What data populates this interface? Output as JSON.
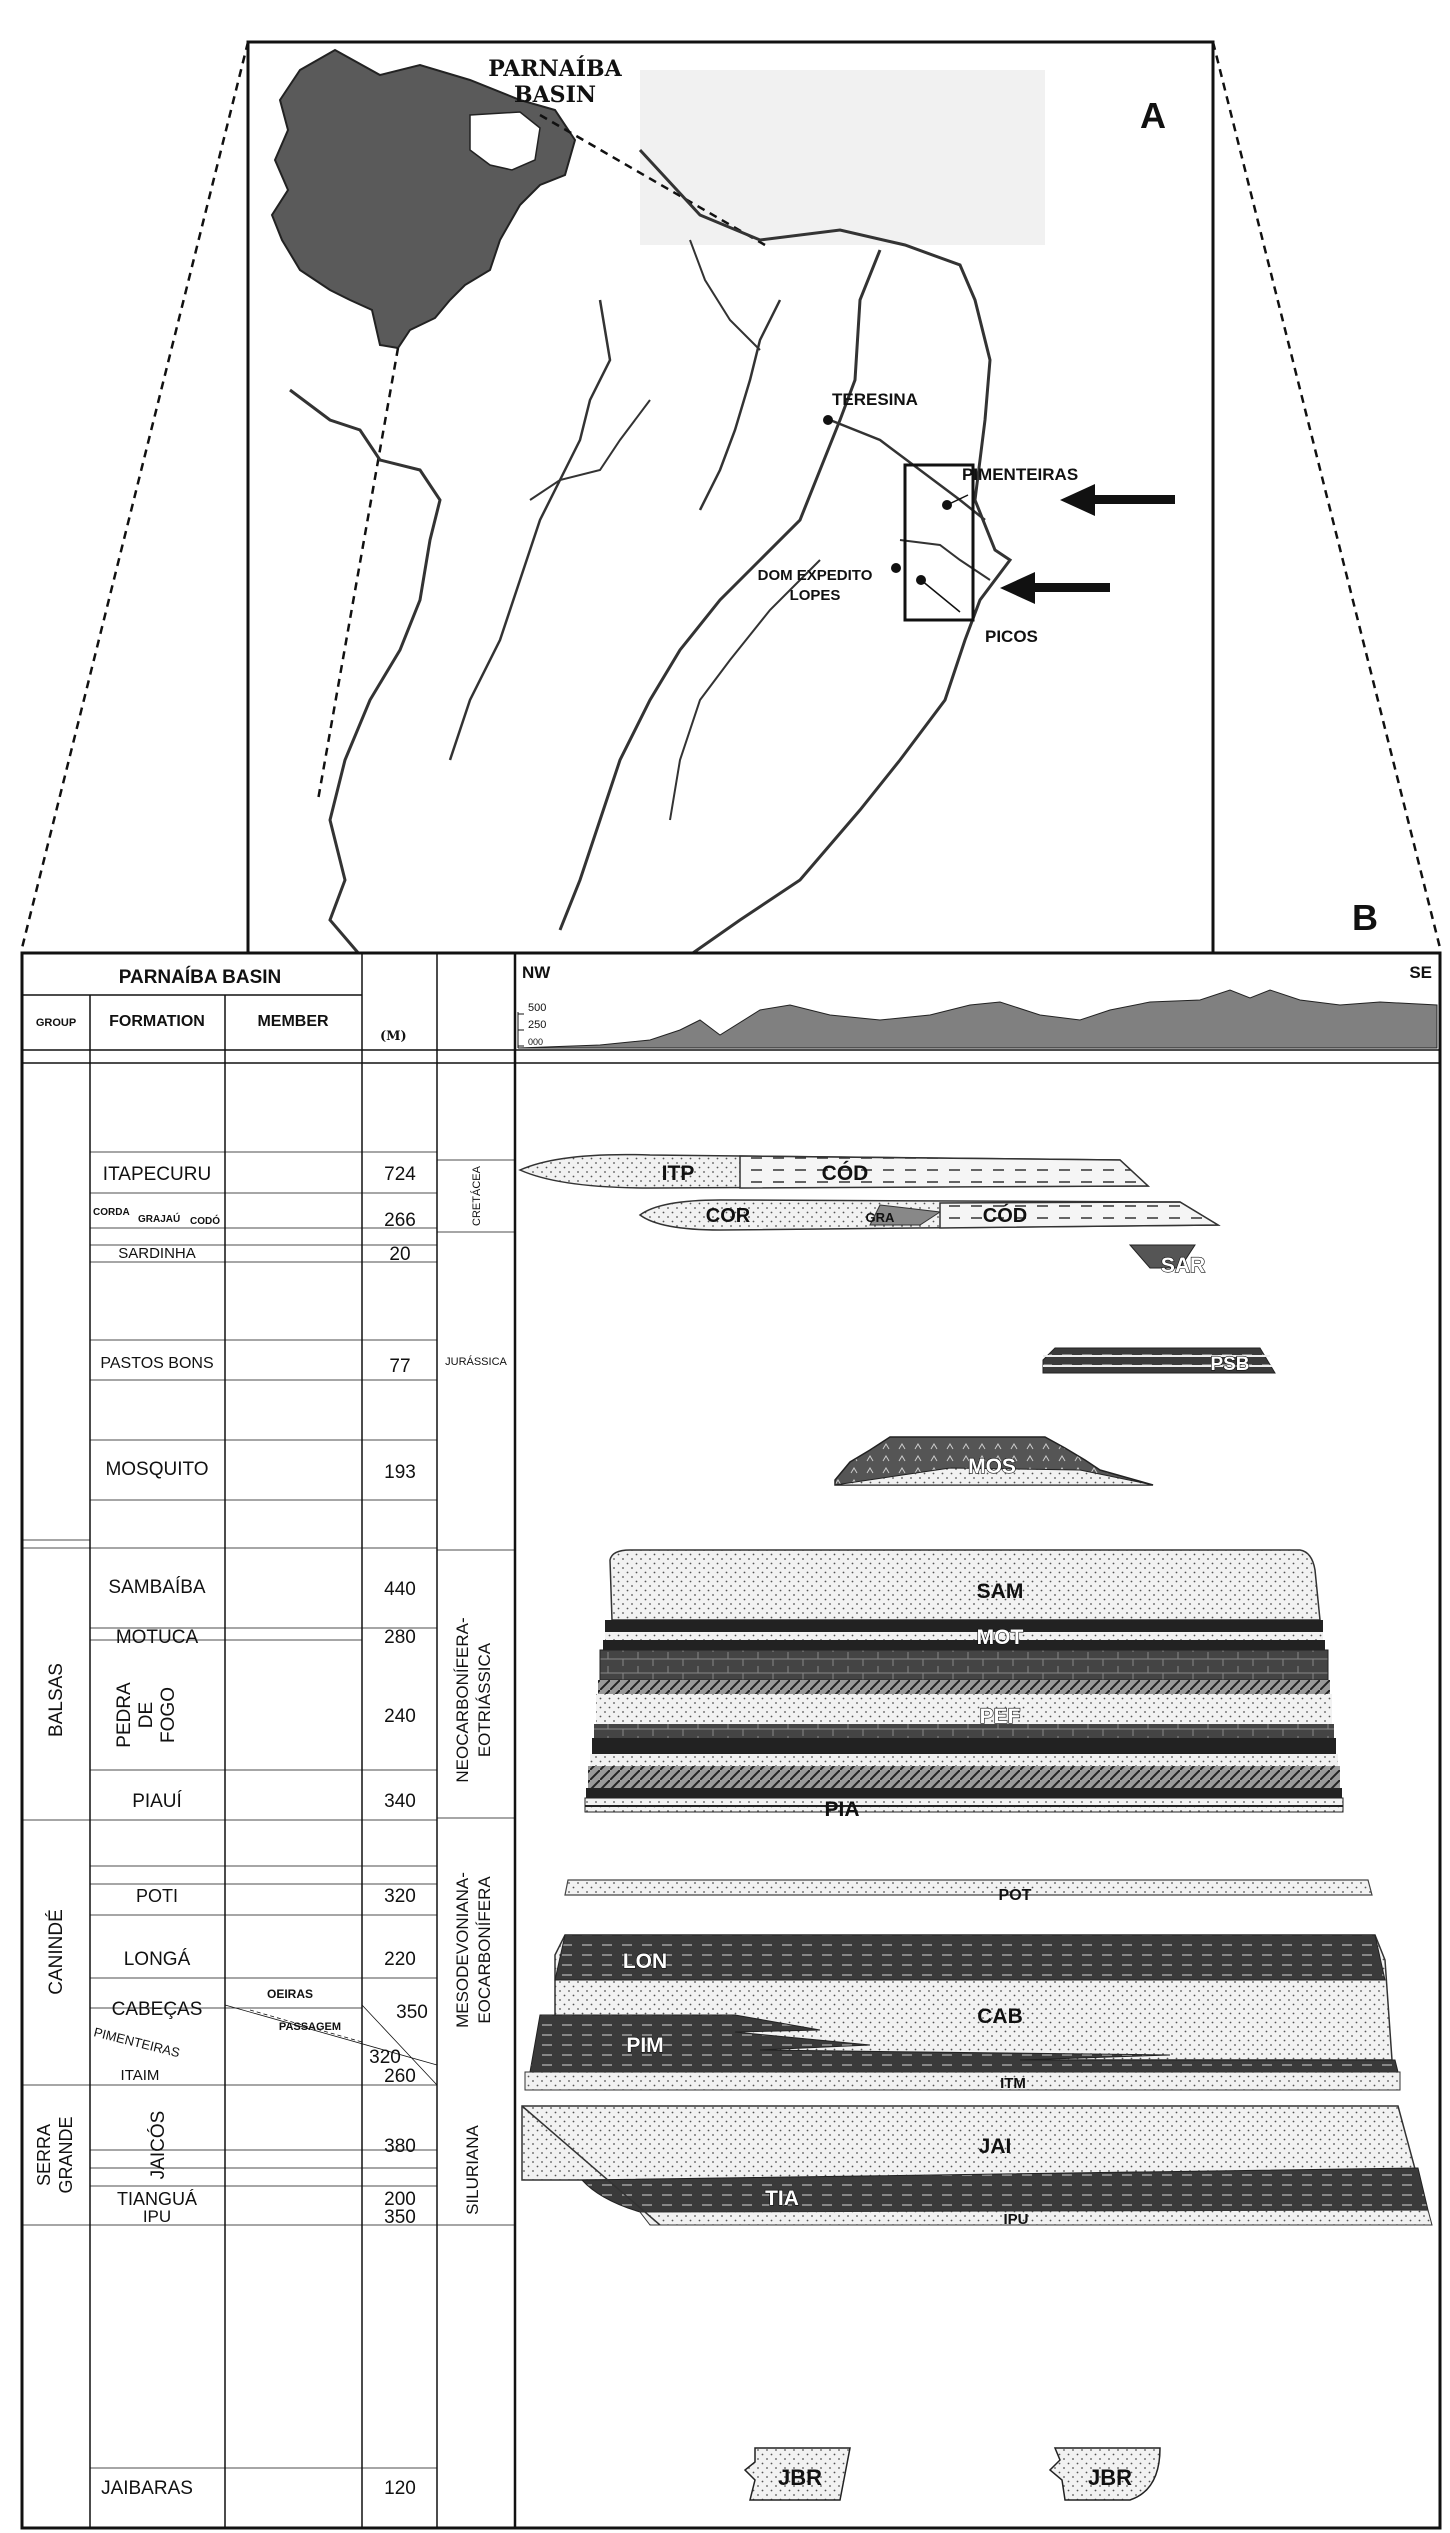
{
  "map": {
    "panel_label": "A",
    "basin_title_line1": "PARNAÍBA",
    "basin_title_line2": "BASIN",
    "cities": {
      "teresina": "TERESINA",
      "pimenteiras": "PIMENTEIRAS",
      "dom_expedito_line1": "DOM EXPEDITO",
      "dom_expedito_line2": "LOPES",
      "picos": "PICOS"
    }
  },
  "section": {
    "panel_label": "B",
    "table_title": "PARNAÍBA BASIN",
    "headers": {
      "group": "GROUP",
      "formation": "FORMATION",
      "member": "MEMBER",
      "thickness": "(M)"
    },
    "profile": {
      "nw": "NW",
      "se": "SE",
      "ticks": [
        "500",
        "250",
        "000"
      ]
    },
    "groups": {
      "balsas": "BALSAS",
      "caninde": "CANINDÉ",
      "serra_grande_line1": "SERRA",
      "serra_grande_line2": "GRANDE"
    },
    "periods": {
      "cretacea": "CRETÁCEA",
      "jurassica": "JURÁSSICA",
      "neocarb_line1": "NEOCARBONÍFERA-",
      "neocarb_line2": "EOTRIÁSSICA",
      "mesodev_line1": "MESODEVONIANA-",
      "mesodev_line2": "EOCARBONÍFERA",
      "siluriana": "SILURIANA"
    },
    "formations": {
      "itapecuru": "ITAPECURU",
      "corda": "CORDA",
      "grajau": "GRAJAÚ",
      "codo": "CODÓ",
      "sardinha": "SARDINHA",
      "pastos_bons": "PASTOS  BONS",
      "mosquito": "MOSQUITO",
      "sambaiba": "SAMBAÍBA",
      "motuca": "MOTUCA",
      "pedra_line1": "PEDRA",
      "pedra_line2": "DE",
      "pedra_line3": "FOGO",
      "piaui": "PIAUÍ",
      "poti": "POTI",
      "longa": "LONGÁ",
      "cabecas": "CABEÇAS",
      "pimenteiras": "PIMENTEIRAS",
      "itaim": "ITAIM",
      "jaicos": "JAICÓS",
      "tiangua": "TIANGUÁ",
      "ipu": "IPU",
      "jaibaras": "JAIBARAS"
    },
    "members": {
      "oeiras": "OEIRAS",
      "passagem": "PASSAGEM"
    },
    "thickness": {
      "itapecuru": "724",
      "corda": "266",
      "sardinha": "20",
      "pastos_bons": "77",
      "mosquito": "193",
      "sambaiba": "440",
      "motuca": "280",
      "pedra": "240",
      "piaui": "340",
      "poti": "320",
      "longa": "220",
      "cabecas": "350",
      "pimenteiras": "320",
      "itaim": "260",
      "jaicos": "380",
      "tiangua": "200",
      "ipu": "350",
      "jaibaras": "120"
    },
    "units": {
      "itp": "ITP",
      "cod": "CÓD",
      "cor": "COR",
      "gra": "GRA",
      "cod2": "CÓD",
      "sar": "SAR",
      "psb": "PSB",
      "mos": "MOS",
      "sam": "SAM",
      "mot": "MOT",
      "pef": "PEF",
      "pia": "PIA",
      "pot": "POT",
      "lon": "LON",
      "cab": "CAB",
      "pim": "PIM",
      "itm": "ITM",
      "jai": "JAI",
      "tia": "TIA",
      "ipu": "IPU",
      "jbr1": "JBR",
      "jbr2": "JBR"
    }
  }
}
